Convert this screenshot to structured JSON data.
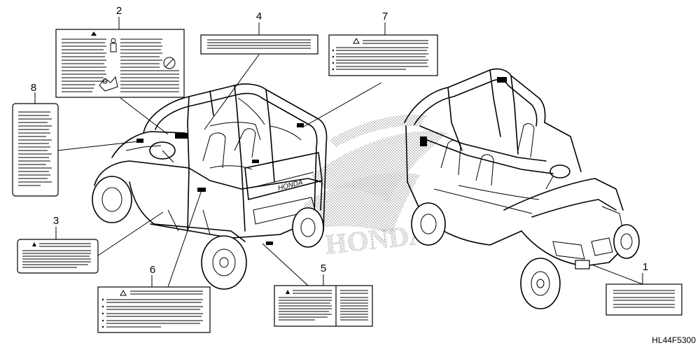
{
  "diagram_code": "HL44F5300",
  "watermark": {
    "text": "HONDA"
  },
  "callouts": [
    {
      "id": "1",
      "label": "1"
    },
    {
      "id": "2",
      "label": "2"
    },
    {
      "id": "3",
      "label": "3"
    },
    {
      "id": "4",
      "label": "4"
    },
    {
      "id": "5",
      "label": "5"
    },
    {
      "id": "6",
      "label": "6"
    },
    {
      "id": "7",
      "label": "7"
    },
    {
      "id": "8",
      "label": "8"
    }
  ],
  "icons": [
    "warning-triangle-icon",
    "passenger-icon",
    "no-passenger-icon",
    "seatbelt-icon"
  ]
}
